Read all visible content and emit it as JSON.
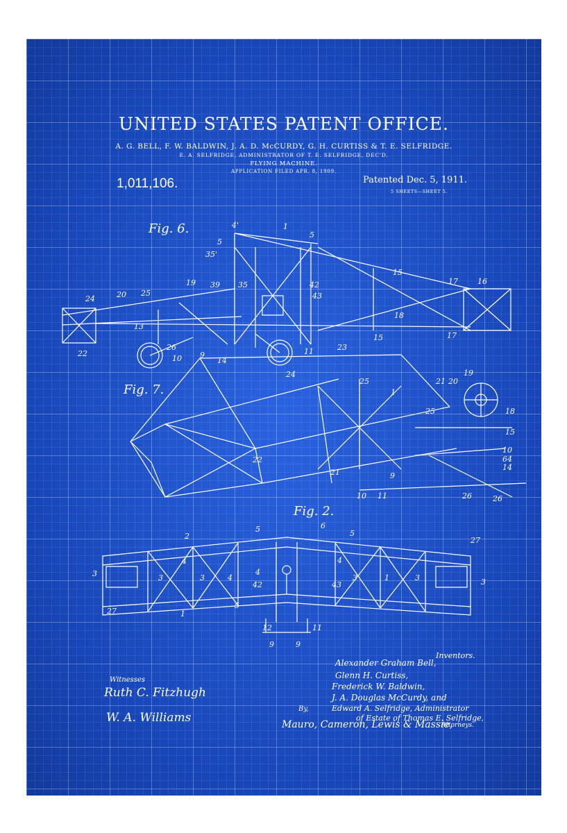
{
  "header": {
    "office_title": "UNITED STATES PATENT OFFICE.",
    "inventors": "A. G. BELL, F. W. BALDWIN, J. A. D. McCURDY, G. H. CURTISS & T. E. SELFRIDGE.",
    "administrator": "E. A. SELFRIDGE, ADMINISTRATOR OF T. E. SELFRIDGE, DEC'D.",
    "invention": "FLYING MACHINE.",
    "application": "APPLICATION FILED APR. 8, 1909.",
    "patent_number": "1,011,106.",
    "patented": "Patented Dec. 5, 1911.",
    "sheets": "5 SHEETS—SHEET 5."
  },
  "figures": {
    "fig6": "Fig. 6.",
    "fig7": "Fig. 7.",
    "fig2": "Fig. 2."
  },
  "signatures": {
    "witnesses_label": "Witnesses",
    "witness_1": "Ruth C. Fitzhugh",
    "witness_2": "W. A. Williams",
    "inventors_label": "Inventors.",
    "inventor_lines": [
      "Alexander Graham Bell,",
      "Glenn H. Curtiss,",
      "Frederick W. Baldwin,",
      "J. A. Douglas McCurdy, and",
      "Edward A. Selfridge, Administrator",
      "of Estate of Thomas E. Selfridge,"
    ],
    "by_label": "By,",
    "attorneys": "Mauro, Cameron, Lewis & Massie,",
    "attorneys_label": "Attorneys."
  },
  "colors": {
    "blueprint": "#1d4fc9",
    "ink": "#ffffff",
    "frame": "#ffffff"
  }
}
